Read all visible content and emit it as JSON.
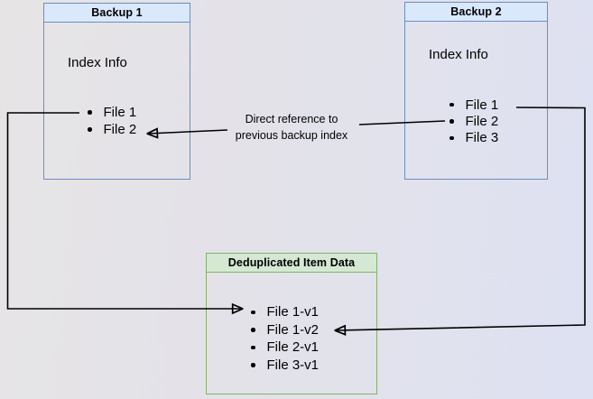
{
  "diagram": {
    "boxes": {
      "backup1": {
        "title": "Backup 1",
        "subtitle": "Index Info",
        "items": [
          "File 1",
          "File 2"
        ]
      },
      "backup2": {
        "title": "Backup 2",
        "subtitle": "Index Info",
        "items": [
          "File 1",
          "File 2",
          "File 3"
        ]
      },
      "dedup": {
        "title": "Deduplicated Item Data",
        "items": [
          "File 1-v1",
          "File 1-v2",
          "File 2-v1",
          "File 3-v1"
        ]
      }
    },
    "annotation": "Direct reference to\nprevious backup index",
    "colors": {
      "blue_header_fill": "#dae8fc",
      "blue_border": "#6c8ebf",
      "green_header_fill": "#d5e8d4",
      "green_border": "#82b366",
      "connector": "#000000"
    }
  }
}
